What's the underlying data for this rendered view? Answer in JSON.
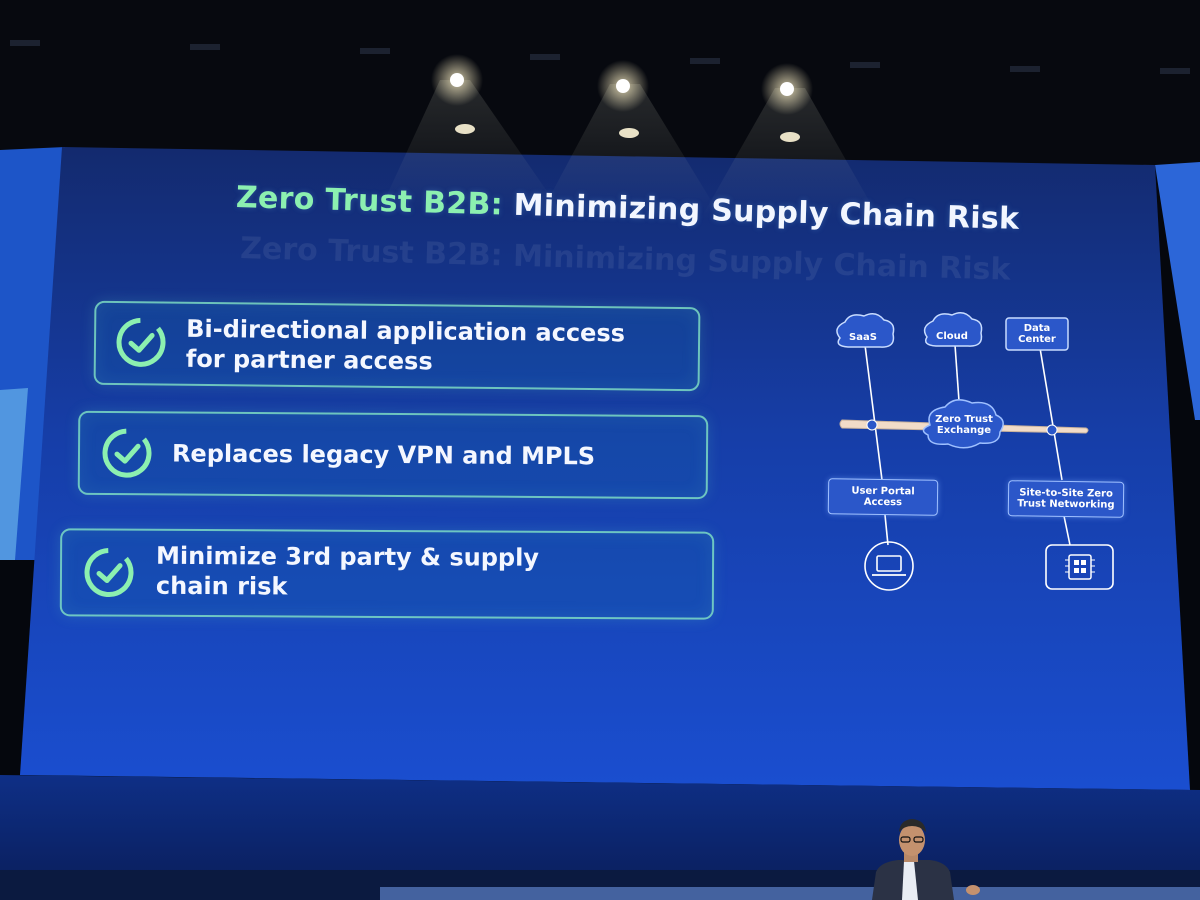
{
  "slide": {
    "title_highlight": "Zero Trust B2B:",
    "title_rest": " Minimizing Supply Chain Risk",
    "items": [
      {
        "line1": "Bi-directional application access",
        "line2": "for partner access"
      },
      {
        "line1": "Replaces legacy VPN and MPLS",
        "line2": ""
      },
      {
        "line1": "Minimize 3rd party & supply",
        "line2": "chain risk"
      }
    ]
  },
  "diagram": {
    "clouds": [
      {
        "label": "SaaS"
      },
      {
        "label": "Cloud"
      }
    ],
    "data_center": {
      "line1": "Data",
      "line2": "Center"
    },
    "exchange": {
      "line1": "Zero Trust",
      "line2": "Exchange"
    },
    "user_portal": {
      "line1": "User Portal",
      "line2": "Access"
    },
    "site_to_site": {
      "line1": "Site-to-Site Zero",
      "line2": "Trust Networking"
    }
  },
  "colors": {
    "title_accent": "#8cf0b0",
    "screen_blue": "#1746b8",
    "card_border": "#8cf0c8"
  }
}
